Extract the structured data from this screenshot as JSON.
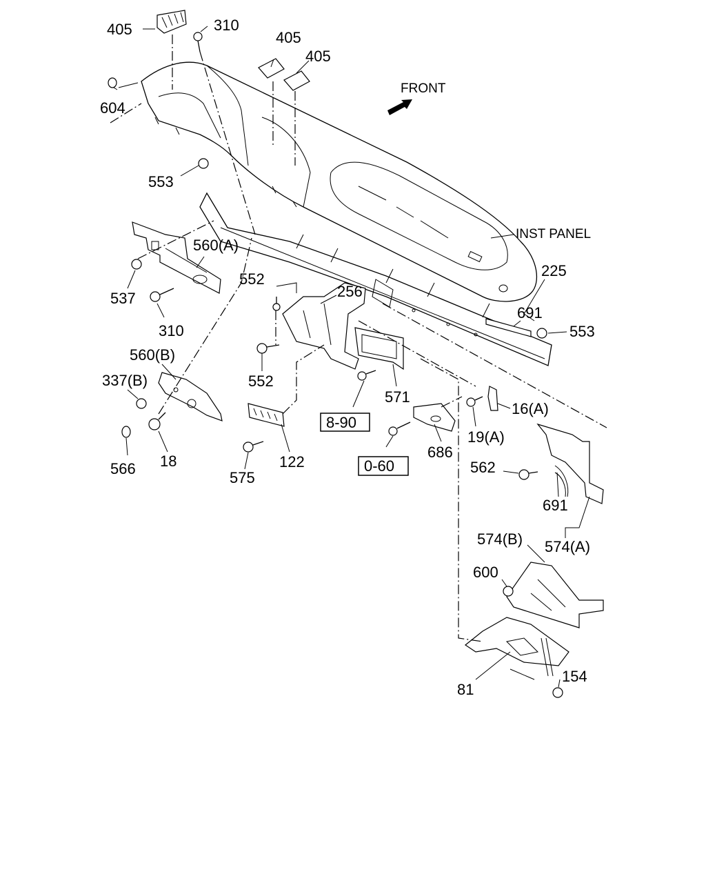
{
  "labels": {
    "l405a": "405",
    "l310a": "310",
    "l405b": "405",
    "l405c": "405",
    "l604": "604",
    "front": "FRONT",
    "l553a": "553",
    "inst_panel": "INST PANEL",
    "l560a": "560(A)",
    "l537": "537",
    "l310b": "310",
    "l552a": "552",
    "l256": "256",
    "l225": "225",
    "l691a": "691",
    "l553b": "553",
    "l560b": "560(B)",
    "l337b": "337(B)",
    "l552b": "552",
    "l571": "571",
    "l16a": "16(A)",
    "l19a": "19(A)",
    "l566": "566",
    "l18": "18",
    "l575": "575",
    "l122": "122",
    "l686": "686",
    "l562": "562",
    "l691b": "691",
    "l574a": "574(A)",
    "l574b": "574(B)",
    "l600": "600",
    "l154": "154",
    "l81": "81"
  },
  "refs": {
    "r890": "8-90",
    "r060": "0-60"
  }
}
